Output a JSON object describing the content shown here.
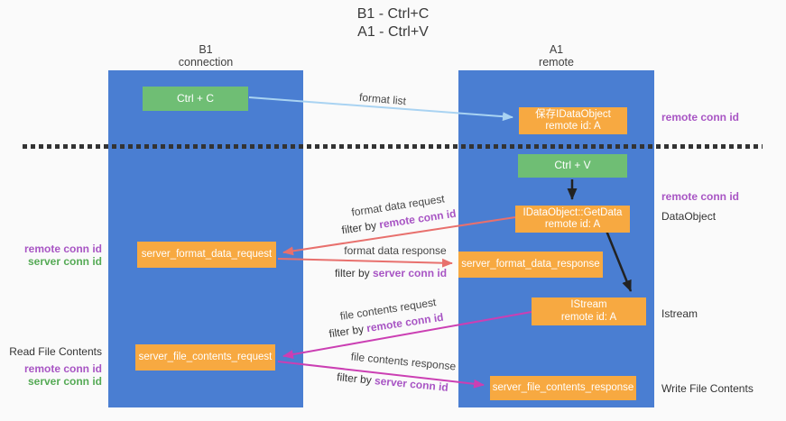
{
  "title": {
    "line1": "B1 - Ctrl+C",
    "line2": "A1 - Ctrl+V"
  },
  "lifelines": {
    "left": {
      "title": "B1",
      "subtitle": "connection"
    },
    "right": {
      "title": "A1",
      "subtitle": "remote"
    }
  },
  "nodes": {
    "ctrl_c": {
      "label": "Ctrl + C"
    },
    "ctrl_v": {
      "label": "Ctrl + V"
    },
    "save_dataobject": {
      "line1": "保存IDataObject",
      "line2": "remote id: A"
    },
    "getdata": {
      "line1": "IDataObject::GetData",
      "line2": "remote id: A"
    },
    "istream": {
      "line1": "IStream",
      "line2": "remote id: A"
    },
    "format_request": {
      "label": "server_format_data_request"
    },
    "format_response": {
      "label": "server_format_data_response"
    },
    "file_request": {
      "label": "server_file_contents_request"
    },
    "file_response": {
      "label": "server_file_contents_response"
    }
  },
  "arrow_labels": {
    "format_list": "format list",
    "format_data_request": "format data request",
    "format_data_response": "format data response",
    "file_contents_request": "file contents request",
    "file_contents_response": "file contents response",
    "filter_by": "filter by ",
    "remote_conn_id": "remote conn id",
    "server_conn_id": "server conn id"
  },
  "annotations": {
    "remote_conn_id": "remote conn id",
    "server_conn_id": "server conn id",
    "dataobject": "DataObject",
    "istream": "Istream",
    "read_file_contents": "Read File Contents",
    "write_file_contents": "Write File Contents"
  },
  "colors": {
    "background": "#fafafa",
    "lifeline_blue": "#4a7ed2",
    "action_green": "#6fbe74",
    "message_orange": "#f7a941",
    "remote_conn_purple": "#a855c4",
    "server_conn_green": "#55aa55",
    "arrow_light_blue": "#a9d3f2",
    "arrow_red": "#e8706d",
    "arrow_magenta": "#cb3fb3",
    "arrow_black": "#222222",
    "divider_dark": "#333333"
  }
}
